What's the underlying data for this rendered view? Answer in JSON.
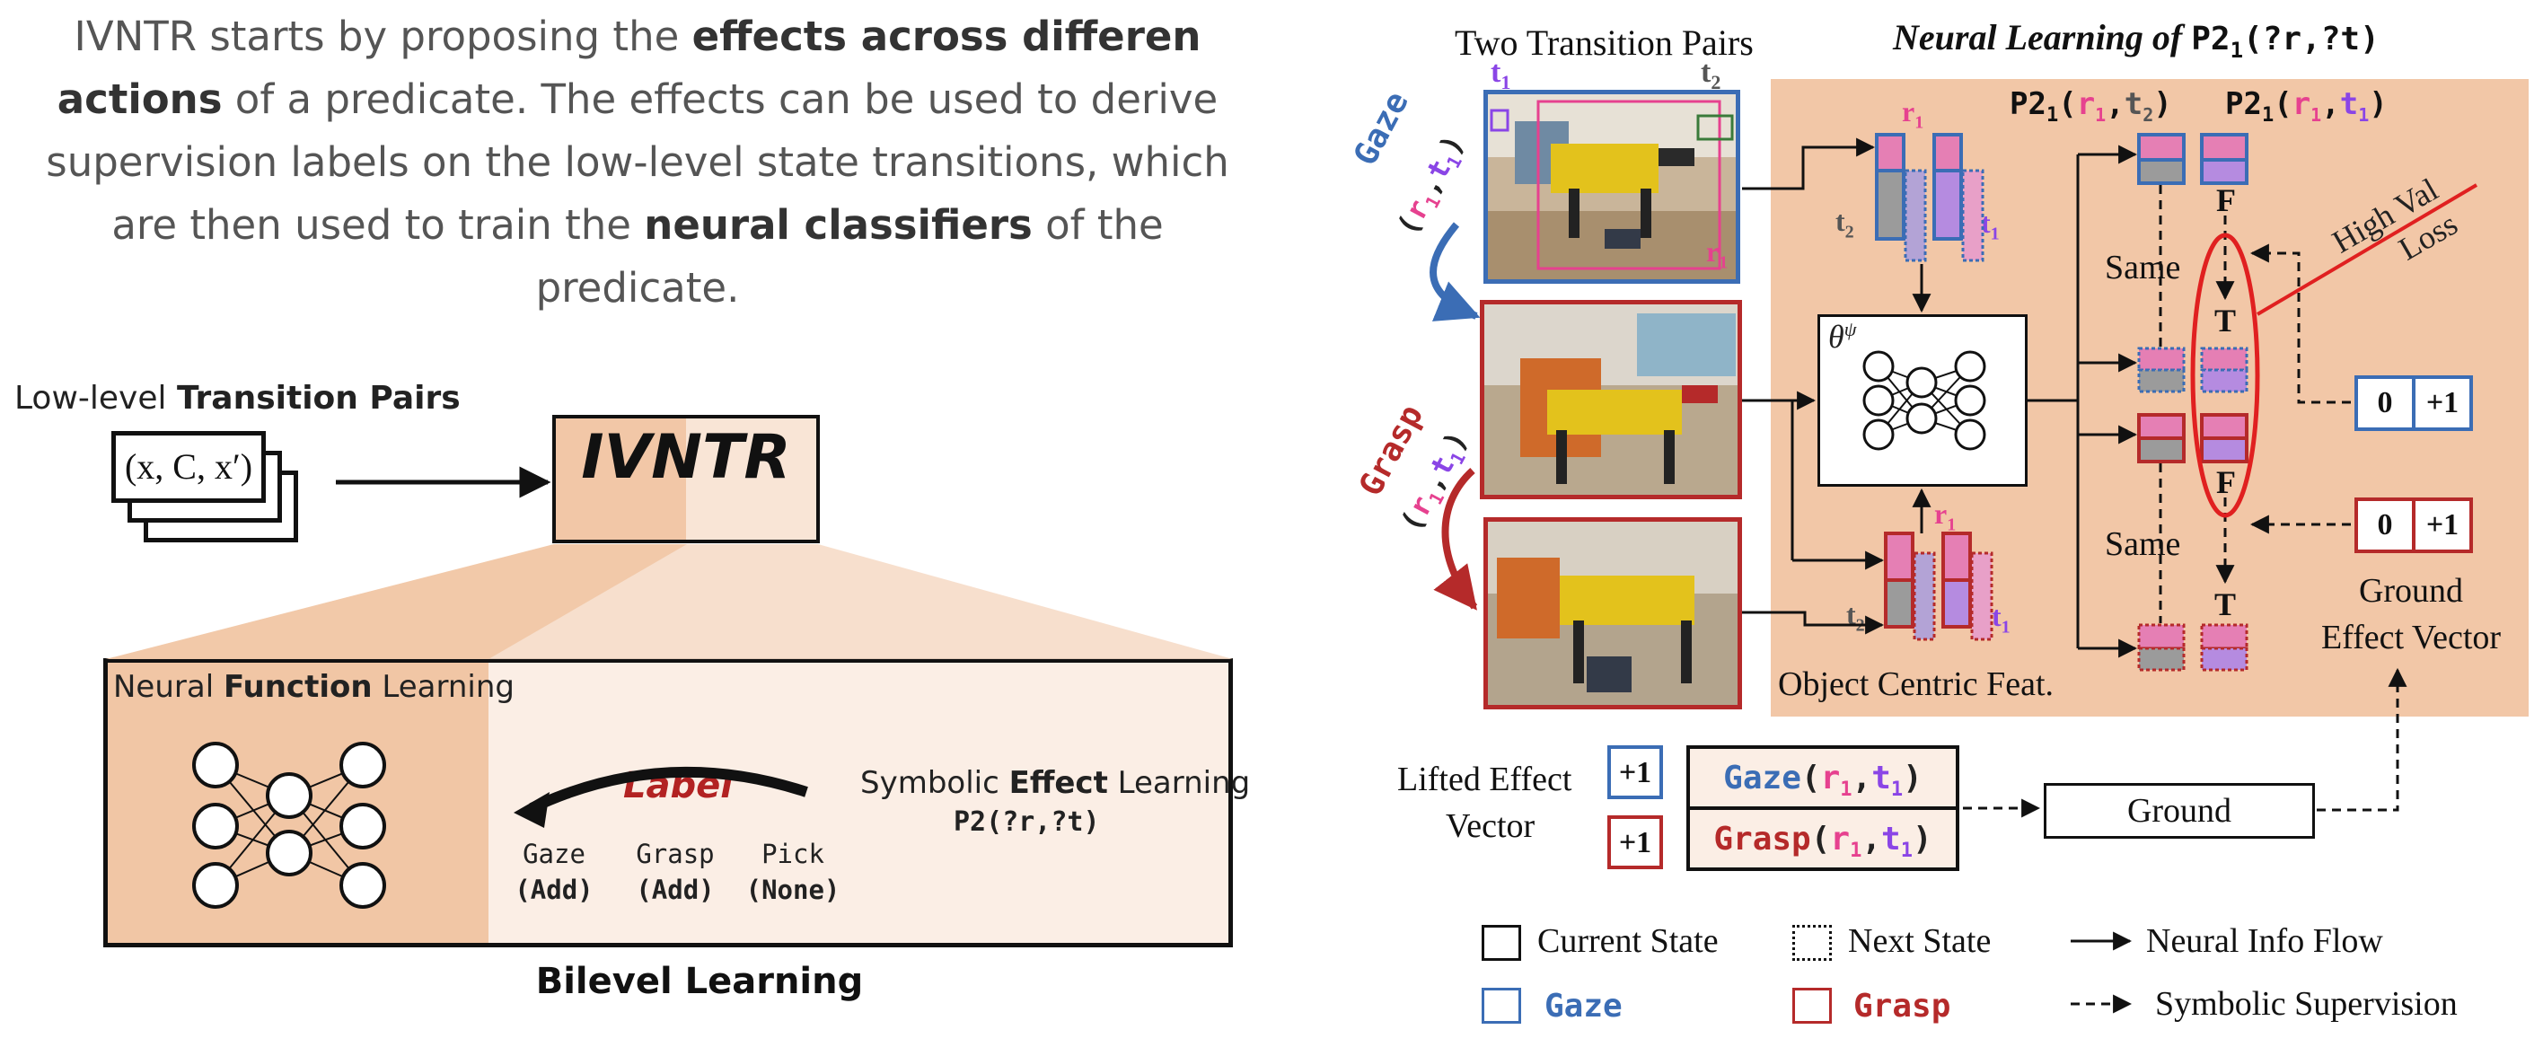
{
  "intro": {
    "p1": "IVNTR starts by proposing the ",
    "b1": "effects across differen actions",
    "p2": " of a predicate. The effects can be used to derive supervision labels on the low-level state transitions, which are then used to train the ",
    "b2": "neural classifiers",
    "p3": " of the predicate."
  },
  "left": {
    "ltp_prefix": "Low-level ",
    "ltp_bold": "Transition Pairs",
    "formula": "(x, C, x′)",
    "ivntr": "IVNTR",
    "nfl_prefix": "Neural ",
    "nfl_bold": "Function",
    "nfl_suffix": " Learning",
    "label": "Label",
    "sel_prefix": "Symbolic ",
    "sel_bold": "Effect",
    "sel_suffix": " Learning",
    "sel_pred": "P2(?r,?t)",
    "actions": [
      {
        "name": "Gaze",
        "effect": "(Add)"
      },
      {
        "name": "Grasp",
        "effect": "(Add)"
      },
      {
        "name": "Pick",
        "effect": "(None)"
      }
    ],
    "bilevel_title": "Bilevel Learning"
  },
  "right": {
    "tp_title": "Two Transition Pairs",
    "nl_title_prefix": "Neural Learning of ",
    "nl_title_pred": "P2",
    "nl_title_sub": "1",
    "nl_title_args": "(?r,?t)",
    "gaze_label": "Gaze",
    "grasp_label": "Grasp",
    "r1": "r",
    "t1": "t",
    "t2": "t",
    "sub1": "1",
    "sub2": "2",
    "pred_a": {
      "name": "P2",
      "sub": "1",
      "arg1": "r",
      "arg1sub": "1",
      "arg2": "t",
      "arg2sub": "2"
    },
    "pred_b": {
      "name": "P2",
      "sub": "1",
      "arg1": "r",
      "arg1sub": "1",
      "arg2": "t",
      "arg2sub": "1"
    },
    "theta": "θ",
    "theta_sup": "ψ",
    "F": "F",
    "T": "T",
    "same": "Same",
    "high_val_loss_1": "High Val",
    "high_val_loss_2": "Loss",
    "vec_zero": "0",
    "vec_plus": "+1",
    "ground_effect_1": "Ground",
    "ground_effect_2": "Effect Vector",
    "ocf": "Object Centric Feat.",
    "lev_1": "Lifted Effect",
    "lev_2": "Vector",
    "lev_gaze": "Gaze",
    "lev_grasp": "Grasp",
    "ground": "Ground"
  },
  "legend": {
    "current_state": "Current State",
    "next_state": "Next State",
    "neural_info_flow": "Neural Info Flow",
    "gaze": "Gaze",
    "grasp": "Grasp",
    "symbolic_supervision": "Symbolic Supervision"
  },
  "colors": {
    "peach": "#f2c7a7",
    "light_peach": "#fbeee5",
    "blue": "#3b6db5",
    "red": "#b52a2a",
    "pink": "#e6418f",
    "purple": "#8a45e6"
  }
}
